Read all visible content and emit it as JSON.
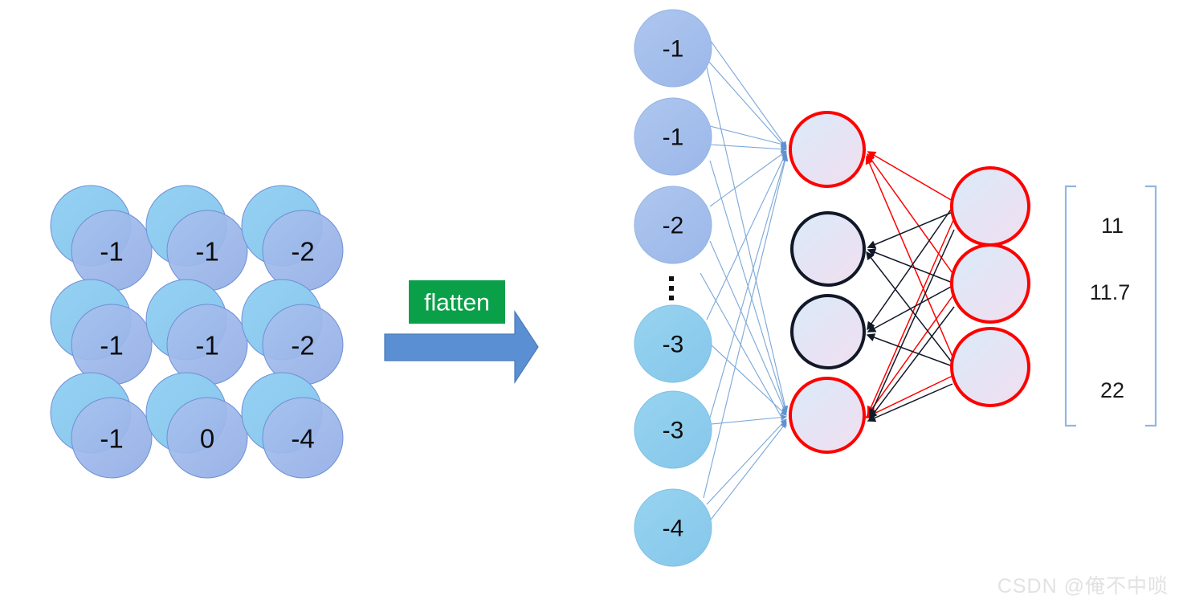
{
  "diagram": {
    "title": "flatten operation feeding a fully connected neural network",
    "feature_map": {
      "name": "3x3 feature map",
      "rows": [
        [
          {
            "value": "-1"
          },
          {
            "value": "-1"
          },
          {
            "value": "-2"
          }
        ],
        [
          {
            "value": "-1"
          },
          {
            "value": "-1"
          },
          {
            "value": "-2"
          }
        ],
        [
          {
            "value": "-1"
          },
          {
            "value": "0"
          },
          {
            "value": "-4"
          }
        ]
      ],
      "colors": {
        "back_circle": "#8ecdf0",
        "front_circle": "#97b1e8",
        "stroke": "#6f8fd6"
      }
    },
    "arrow_block": {
      "label": "flatten",
      "label_bg": "#0aa049",
      "arrow_fill": "#5b8fd4",
      "arrow_stroke": "#4a7ab8"
    },
    "network": {
      "input_layer": {
        "name": "flattened input vector",
        "nodes": [
          {
            "value": "-1",
            "fill": "#a6c1ea"
          },
          {
            "value": "-1",
            "fill": "#a6c1ea"
          },
          {
            "value": "-2",
            "fill": "#a6c1ea"
          },
          {
            "value": "-3",
            "fill": "#8fcdea"
          },
          {
            "value": "-3",
            "fill": "#8fcdea"
          },
          {
            "value": "-4",
            "fill": "#8fcdea"
          }
        ],
        "ellipsis": "⋮",
        "edge_color": "#7aa7d9"
      },
      "hidden_layer": {
        "name": "hidden layer",
        "nodes": [
          {
            "outline": "#fe0000"
          },
          {
            "outline": "#111827"
          },
          {
            "outline": "#111827"
          },
          {
            "outline": "#fe0000"
          }
        ]
      },
      "output_layer": {
        "name": "output layer",
        "nodes": [
          {
            "outline": "#fe0000"
          },
          {
            "outline": "#fe0000"
          },
          {
            "outline": "#fe0000"
          }
        ]
      },
      "edge_colors": {
        "red": "#fe0000",
        "black": "#111827",
        "blue": "#7aa7d9"
      }
    },
    "output_matrix": {
      "name": "output vector",
      "values": [
        "11",
        "11.7",
        "22"
      ],
      "bracket_color": "#93b6e0"
    }
  },
  "watermark": {
    "text": "CSDN @俺不中唢"
  }
}
